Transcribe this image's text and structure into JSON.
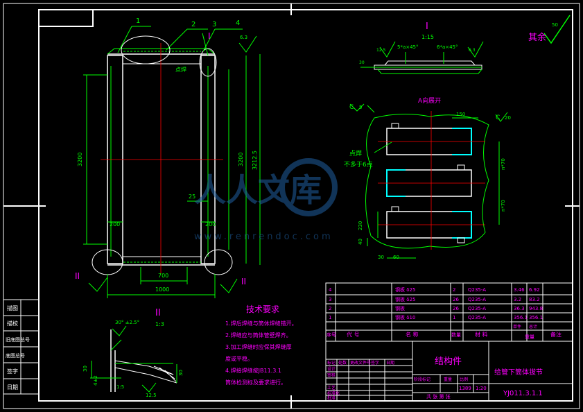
{
  "drawing": {
    "part_labels": [
      "1",
      "2",
      "3",
      "4"
    ],
    "detail_I_label": "I",
    "detail_II_label": "II",
    "roughness_main": "6.3",
    "weld_note": "点焊",
    "dim_height_left": "3200",
    "dim_height_right": "3200",
    "dim_height_right2": "3212.5",
    "dim_200_left": "200",
    "dim_200_right": "200",
    "dim_25": "25",
    "dim_700": "700",
    "dim_1000": "1000"
  },
  "detail_I": {
    "title": "I",
    "scale": "1:15",
    "chamfer_left": "5*a×45°",
    "chamfer_right": "6*a×45°",
    "roughness_l": "12.5",
    "roughness_r": "6.3",
    "dim": "30"
  },
  "view_A": {
    "title": "A向展开",
    "weld_symbol_l": "C",
    "weld_symbol_r": "C",
    "weld_size_l": "5",
    "weld_size_r": "20",
    "dim_150": "150",
    "weld_note": "点焊",
    "weld_note2": "不多于6点",
    "dim_side_top": "n*70",
    "dim_side_bottom": "n*70",
    "dim_230": "230",
    "dim_40": "40",
    "dim_30": "30",
    "dim_60": "60"
  },
  "detail_II": {
    "title": "II",
    "scale": "1:3",
    "angle": "30° ±2.5°",
    "dim_left": "30",
    "dim_right": "30",
    "dim_bottom": "1:5",
    "roughness": "12.5",
    "dim_small": "4±2"
  },
  "roughness_other": {
    "label": "其余",
    "value": "50"
  },
  "tech_requirements": {
    "title": "技术要求",
    "items": [
      "1.焊后焊缝与筒体焊缝错开。",
      "2.焊缝应与筒体管壁焊齐。",
      "3.加工焊缝时应保其焊缝厚",
      "   度或平稳。",
      "4.焊接焊缝按JB11.3.1",
      "   筒体检测标及要求进行。"
    ]
  },
  "left_strip": [
    "描图",
    "描校",
    "旧底图总号",
    "底图总号",
    "签字",
    "日期"
  ],
  "parts_table": {
    "rows": [
      {
        "no": "4",
        "code": "钢板 δ25",
        "qty": "2",
        "material": "Q235-A",
        "w1": "3.46",
        "w2": "6.92"
      },
      {
        "no": "3",
        "code": "钢板 δ25",
        "qty": "26",
        "material": "Q235-A",
        "w1": "3.2",
        "w2": "83.2"
      },
      {
        "no": "2",
        "code": "钢板",
        "qty": "26",
        "material": "Q235-A",
        "w1": "36.3",
        "w2": "943.8"
      },
      {
        "no": "1",
        "code": "钢板 δ10",
        "qty": "1",
        "material": "Q235-A",
        "w1": "356.1",
        "w2": "356.1"
      }
    ],
    "header": {
      "no": "序号",
      "code": "代  号",
      "name": "名    称",
      "qty": "数量",
      "material": "材  料",
      "weight": "重量",
      "single": "单件",
      "total": "总计",
      "note": "备注"
    }
  },
  "title_block": {
    "type": "结构件",
    "name": "给管下筒体拔节",
    "drawing_no": "YJ011.3.1.1",
    "scale": "1:20",
    "mass": "1389",
    "labels": [
      "标记",
      "处数",
      "更改文件号",
      "签字",
      "日期",
      "设计",
      "审核",
      "工艺",
      "标准化",
      "批准"
    ],
    "stage_label": "阶段标记",
    "mass_label": "重量",
    "scale_label": "比例",
    "sheet": "共  张  第  张"
  },
  "watermark": {
    "brand": "人人文库",
    "url": "www.renrendoc.com"
  }
}
